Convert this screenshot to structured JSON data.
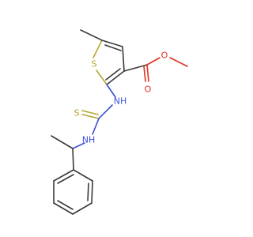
{
  "molecule": {
    "atoms": {
      "ring_sulfur": "S",
      "thione_sulfur": "S",
      "carbonyl_oxygen": "O",
      "ester_oxygen": "O",
      "amine_n1": "NH",
      "amine_n2": "NH"
    },
    "colors": {
      "bond": "#3a3a3a",
      "sulfur": "#b3a62a",
      "oxygen": "#e0301e",
      "nitrogen": "#3a4fd6",
      "background": "#ffffff"
    }
  }
}
